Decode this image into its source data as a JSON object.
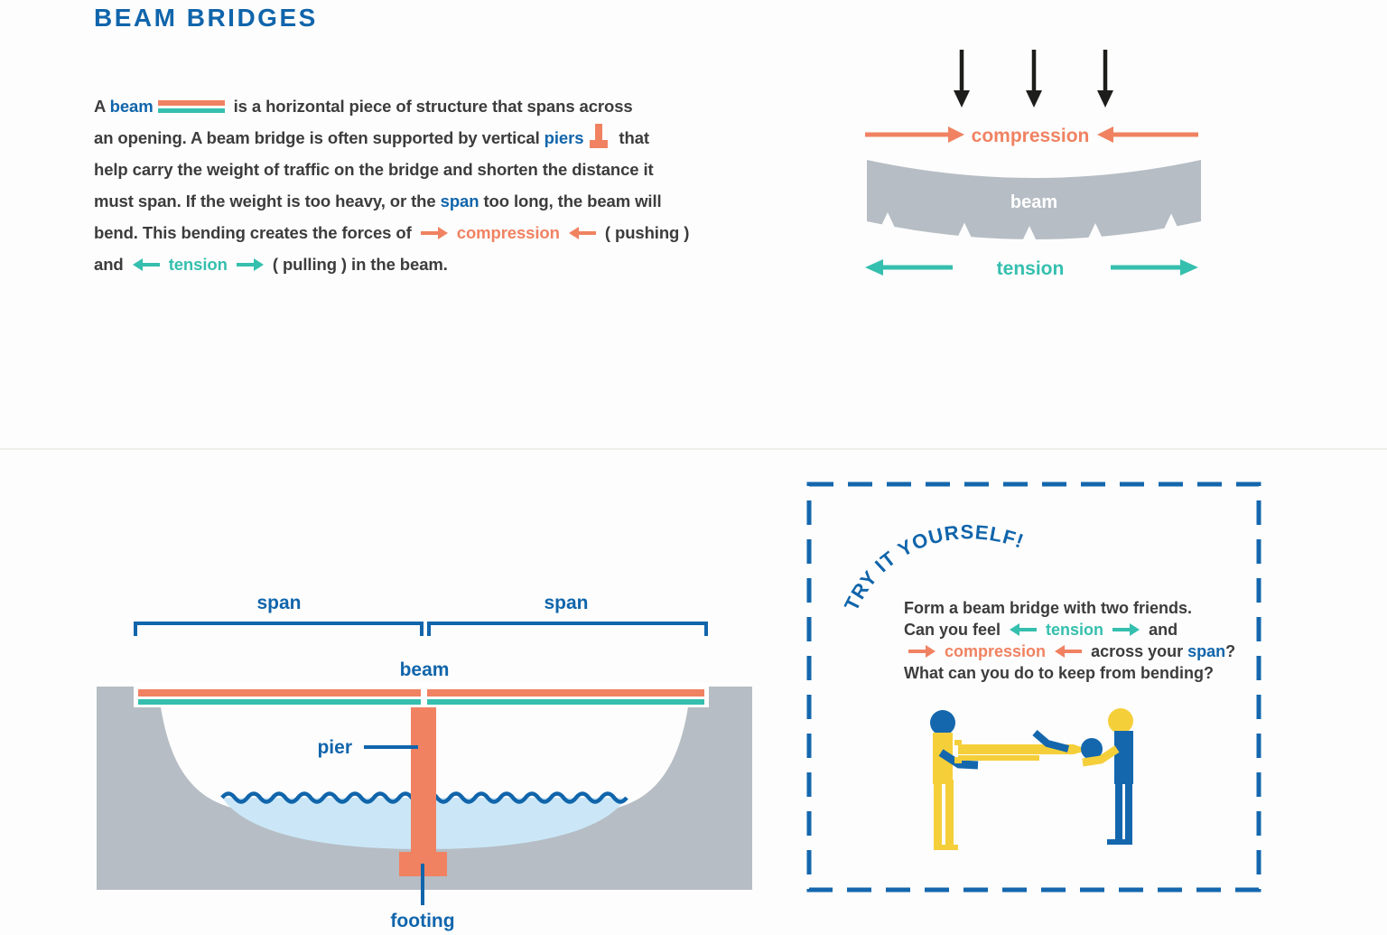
{
  "title": "BEAM BRIDGES",
  "colors": {
    "blue": "#1065ab",
    "orange": "#f08262",
    "teal": "#35bfae",
    "dark": "#3c3c3c",
    "black_arrow": "#1d1d1b",
    "gray": "#b6bdc4",
    "water_fill": "#cbe7f7",
    "wave_blue": "#1065ab",
    "person_yellow": "#f5cf3a",
    "white": "#ffffff"
  },
  "intro_segments": [
    {
      "t": "A ",
      "c": "dark"
    },
    {
      "t": "beam",
      "c": "blue"
    },
    {
      "icon": "beam-icon"
    },
    {
      "t": " is a horizontal piece of structure that spans across",
      "c": "dark"
    },
    {
      "br": true
    },
    {
      "t": "an opening. A beam bridge is often supported by vertical ",
      "c": "dark"
    },
    {
      "t": "piers",
      "c": "blue"
    },
    {
      "icon": "pier-icon"
    },
    {
      "t": " that",
      "c": "dark"
    },
    {
      "br": true
    },
    {
      "t": "help carry the weight of traffic on the bridge and shorten the distance it",
      "c": "dark"
    },
    {
      "br": true
    },
    {
      "t": "must span. If the weight is too heavy, or the ",
      "c": "dark"
    },
    {
      "t": "span",
      "c": "blue"
    },
    {
      "t": " too long, the beam will",
      "c": "dark"
    },
    {
      "br": true
    },
    {
      "t": "bend. This bending creates the forces of ",
      "c": "dark"
    },
    {
      "icon": "arrow-right-orange"
    },
    {
      "t": " ",
      "c": "dark"
    },
    {
      "t": "compression",
      "c": "orange"
    },
    {
      "t": " ",
      "c": "dark"
    },
    {
      "icon": "arrow-left-orange"
    },
    {
      "t": "  ( pushing )",
      "c": "dark"
    },
    {
      "br": true
    },
    {
      "t": "and ",
      "c": "dark"
    },
    {
      "icon": "arrow-left-teal"
    },
    {
      "t": " ",
      "c": "dark"
    },
    {
      "t": "tension",
      "c": "teal"
    },
    {
      "t": " ",
      "c": "dark"
    },
    {
      "icon": "arrow-right-teal"
    },
    {
      "t": "  ( pulling ) in the beam.",
      "c": "dark"
    }
  ],
  "diagram_bending": {
    "compression_label": "compression",
    "beam_label": "beam",
    "tension_label": "tension"
  },
  "diagram_bridge": {
    "span_labels": [
      "span",
      "span"
    ],
    "beam_label": "beam",
    "pier_label": "pier",
    "footing_label": "footing"
  },
  "try_box": {
    "arc_title": "TRY IT YOURSELF!",
    "lines": [
      [
        {
          "t": "Form a beam bridge with two friends.",
          "c": "dark"
        }
      ],
      [
        {
          "t": "Can you feel ",
          "c": "dark"
        },
        {
          "icon": "arrow-left-teal"
        },
        {
          "t": " ",
          "c": "dark"
        },
        {
          "t": "tension",
          "c": "teal"
        },
        {
          "t": " ",
          "c": "dark"
        },
        {
          "icon": "arrow-right-teal"
        },
        {
          "t": " and",
          "c": "dark"
        }
      ],
      [
        {
          "icon": "arrow-right-orange"
        },
        {
          "t": " ",
          "c": "dark"
        },
        {
          "t": "compression",
          "c": "orange"
        },
        {
          "t": " ",
          "c": "dark"
        },
        {
          "icon": "arrow-left-orange"
        },
        {
          "t": "  across your ",
          "c": "dark"
        },
        {
          "t": "span",
          "c": "blue"
        },
        {
          "t": "?",
          "c": "dark"
        }
      ],
      [
        {
          "t": "What can you do to keep from bending?",
          "c": "dark"
        }
      ]
    ]
  }
}
